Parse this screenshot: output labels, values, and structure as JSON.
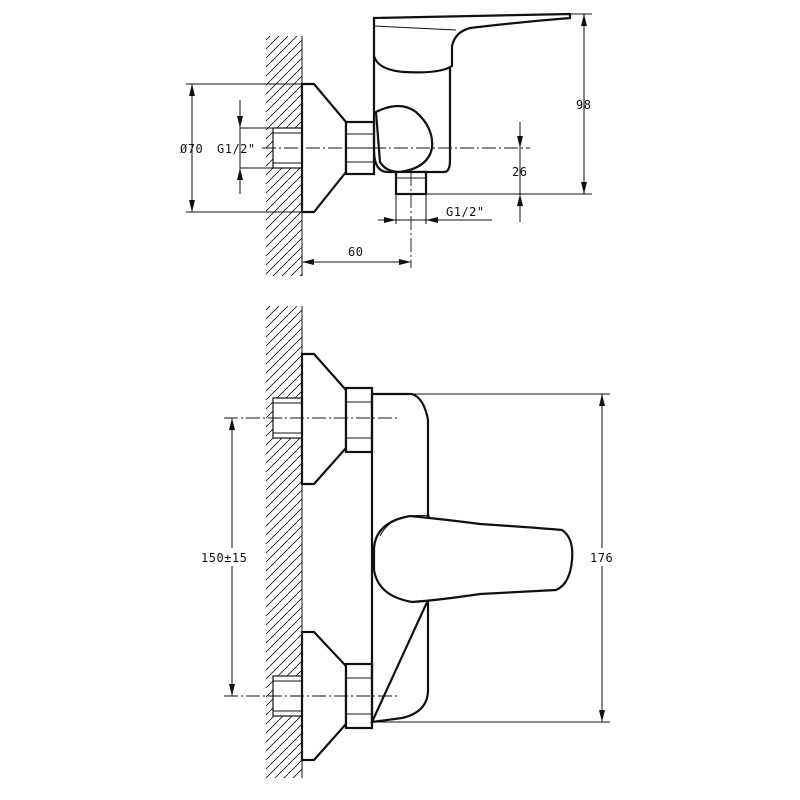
{
  "labels": {
    "diameter": "Ø70",
    "inlet_thread": "G1/2\"",
    "outlet_thread": "G1/2\"",
    "offset_26": "26",
    "height_98": "98",
    "depth_60": "60",
    "spacing": "150±15",
    "height_176": "176"
  },
  "colors": {
    "line": "#111111",
    "background": "#ffffff"
  }
}
